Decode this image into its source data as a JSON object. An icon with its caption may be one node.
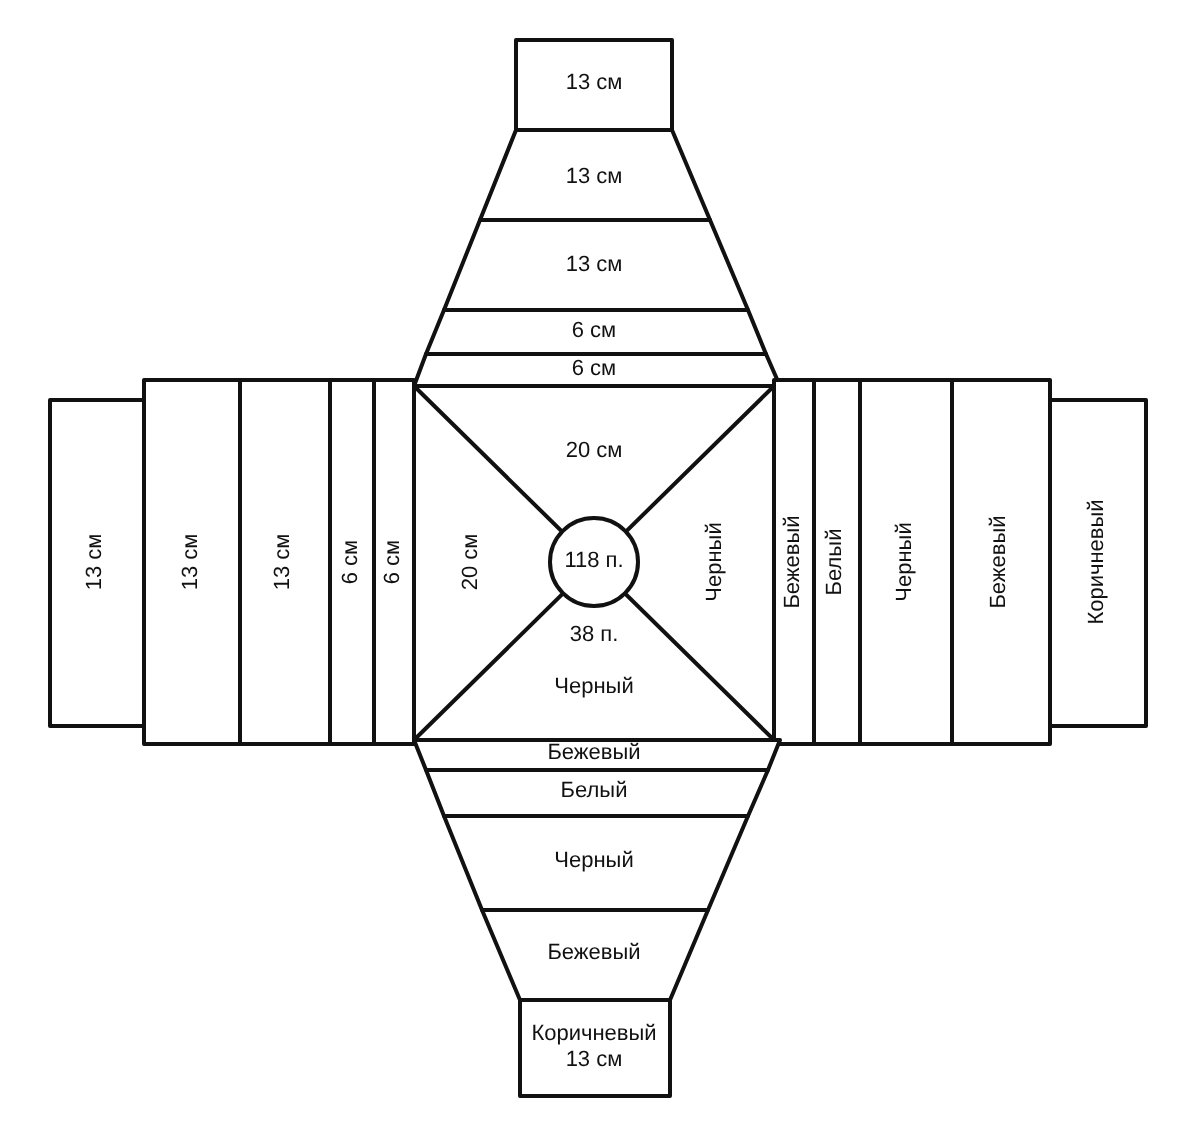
{
  "diagram": {
    "nodes": [
      {
        "text": [
          "13 см"
        ]
      },
      {
        "text": [
          "13 см"
        ]
      },
      {
        "text": [
          "13 см"
        ]
      },
      {
        "text": [
          "6 см"
        ]
      },
      {
        "text": [
          "6 см"
        ]
      },
      {
        "text": [
          "13 см"
        ]
      },
      {
        "text": [
          "13 см"
        ]
      },
      {
        "text": [
          "13 см"
        ]
      },
      {
        "text": [
          "6 см"
        ]
      },
      {
        "text": [
          "6 см"
        ]
      },
      {
        "text": [
          "20 см",
          "20 см",
          "Черный",
          "38 п.",
          "Черный"
        ]
      },
      {
        "text": [
          "118 п."
        ],
        "in": 10
      },
      {
        "text": [
          "Бежевый"
        ]
      },
      {
        "text": [
          "Белый"
        ]
      },
      {
        "text": [
          "Черный"
        ]
      },
      {
        "text": [
          "Бежевый"
        ]
      },
      {
        "text": [
          "Коричневый"
        ]
      },
      {
        "text": [
          "Бежевый"
        ]
      },
      {
        "text": [
          "Белый"
        ]
      },
      {
        "text": [
          "Черный"
        ]
      },
      {
        "text": [
          "Бежевый"
        ]
      },
      {
        "text": [
          "Коричневый 13 см"
        ]
      }
    ]
  }
}
